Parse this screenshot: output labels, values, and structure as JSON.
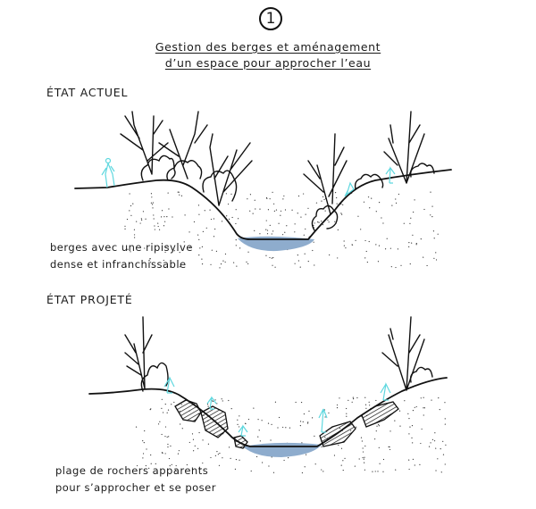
{
  "header": {
    "number": "1",
    "title_line1": "Gestion des berges et aménagement",
    "title_line2": "d’un espace pour approcher l’eau"
  },
  "sections": [
    {
      "label": "ÉTAT ACTUEL",
      "caption_line1": "berges avec une ripisylve",
      "caption_line2": "dense et infranchissable"
    },
    {
      "label": "ÉTAT PROJETÉ",
      "caption_line1": "plage de rochers apparents",
      "caption_line2": "pour s’approcher et se poser"
    }
  ],
  "colors": {
    "water": "#8eaccd",
    "person": "#5fd8df",
    "ink": "#111111"
  }
}
